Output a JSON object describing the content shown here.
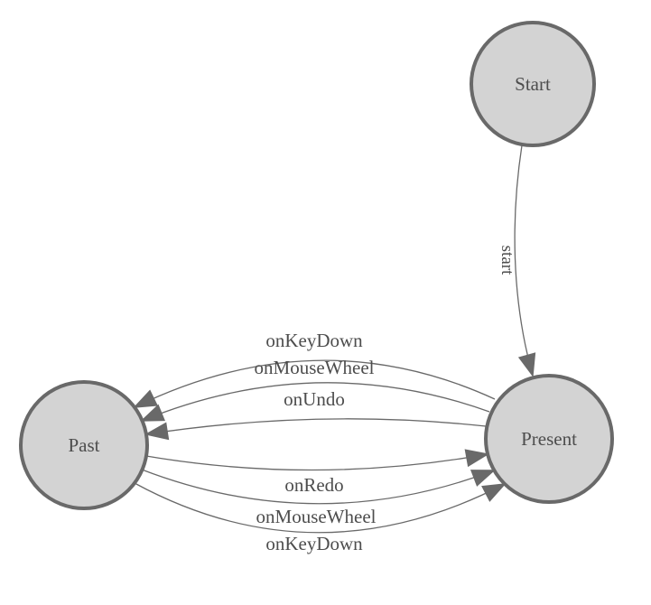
{
  "diagram": {
    "type": "state-transition-diagram",
    "background_color": "#ffffff",
    "node_fill_color": "#d3d3d3",
    "node_border_color": "#696969",
    "edge_color": "#696969",
    "arrowhead_color": "#696969",
    "text_color": "#4d4d4d",
    "nodes": {
      "start": {
        "label": "Start"
      },
      "present": {
        "label": "Present"
      },
      "past": {
        "label": "Past"
      }
    },
    "edges": {
      "start_to_present": {
        "from": "Start",
        "to": "Present",
        "label": "start"
      },
      "present_to_past": [
        {
          "from": "Present",
          "to": "Past",
          "label": "onKeyDown"
        },
        {
          "from": "Present",
          "to": "Past",
          "label": "onMouseWheel"
        },
        {
          "from": "Present",
          "to": "Past",
          "label": "onUndo"
        }
      ],
      "past_to_present": [
        {
          "from": "Past",
          "to": "Present",
          "label": "onRedo"
        },
        {
          "from": "Past",
          "to": "Present",
          "label": "onMouseWheel"
        },
        {
          "from": "Past",
          "to": "Present",
          "label": "onKeyDown"
        }
      ]
    }
  }
}
